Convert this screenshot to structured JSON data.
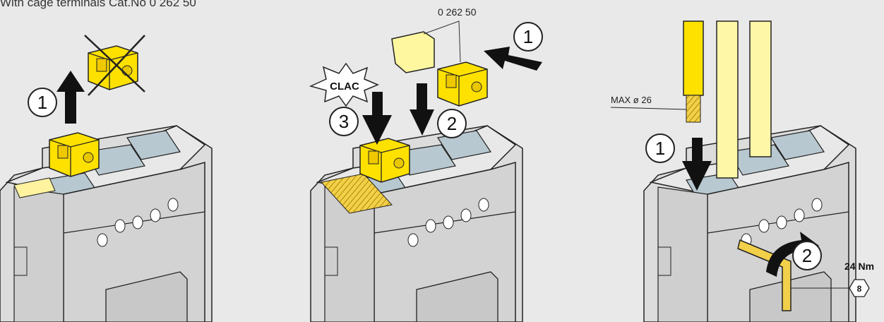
{
  "caption": "With cage terminals Cat.No 0 262 50",
  "panel1": {
    "step1": "1"
  },
  "panel2": {
    "catalog_ref": "0 262 50",
    "step1": "1",
    "step2": "2",
    "step3": "3",
    "clac": "CLAC"
  },
  "panel3": {
    "step1": "1",
    "step2": "2",
    "max_diameter": "MAX ø 26",
    "torque": "24 Nm",
    "hex_key_size": "8"
  },
  "colors": {
    "background": "#e9e9e9",
    "terminal_yellow": "#ffe100",
    "cable_yellow": "#fff7a8",
    "breaker_grey": "#d8d8d8",
    "slot_blue": "#b8c8d0",
    "arrow": "#111111"
  }
}
